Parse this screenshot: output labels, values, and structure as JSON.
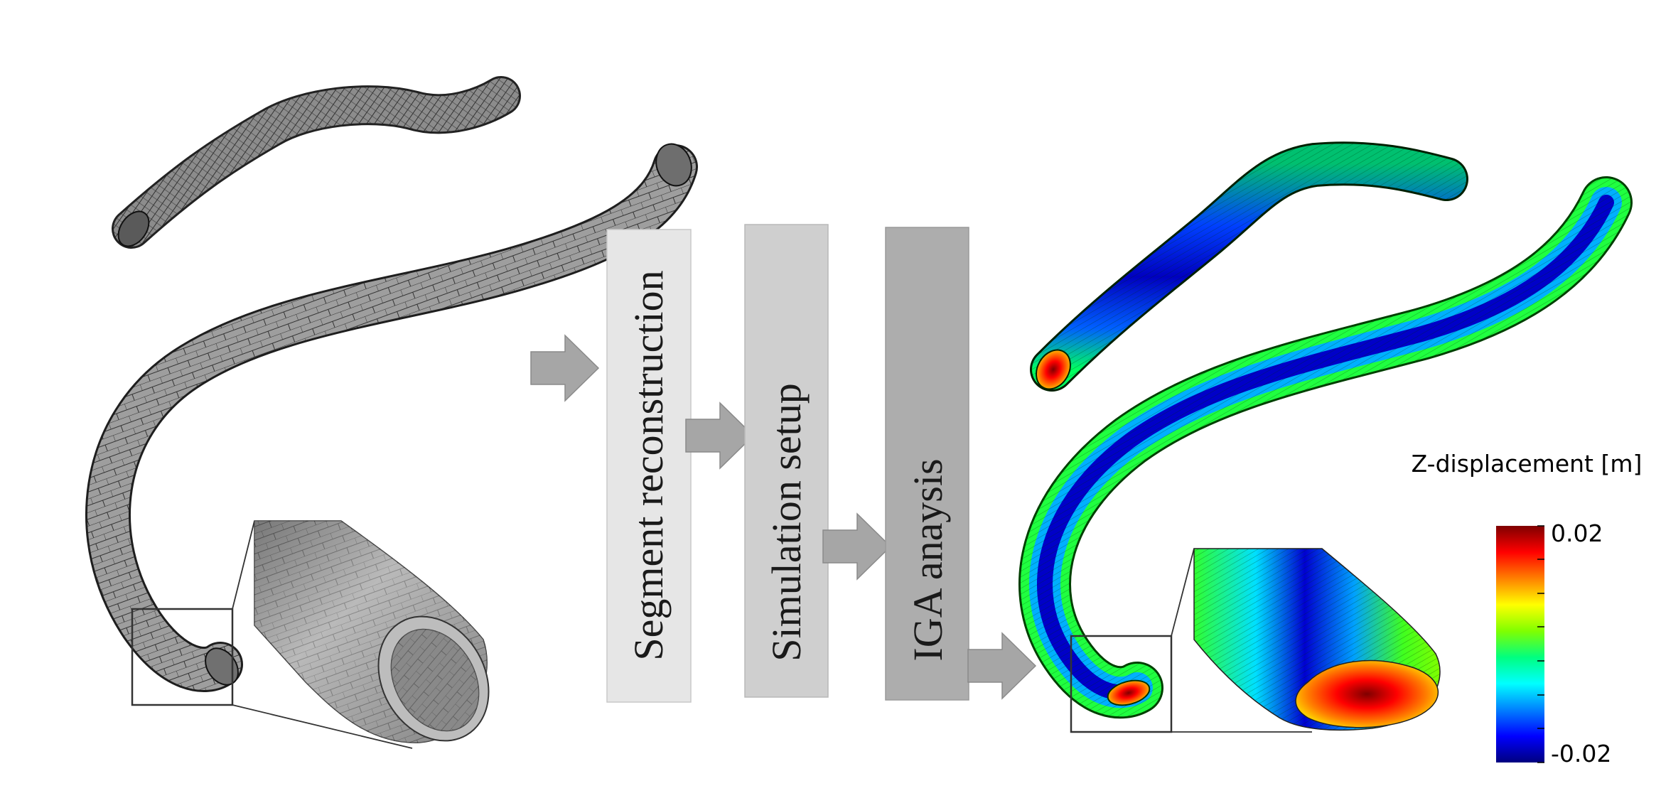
{
  "pipeline": {
    "steps": [
      {
        "label": "Segment reconstruction",
        "color": "#e6e6e6"
      },
      {
        "label": "Simulation setup",
        "color": "#cfcfcf"
      },
      {
        "label": "IGA anaysis",
        "color": "#adadad"
      }
    ],
    "arrow_color": "#a6a6a6"
  },
  "colorbar": {
    "title": "Z-displacement [m]",
    "max_label": "0.02",
    "min_label": "-0.02",
    "colors": [
      "#00007f",
      "#0000ff",
      "#0080ff",
      "#00ffff",
      "#00ff80",
      "#80ff00",
      "#ffff00",
      "#ff8000",
      "#ff0000",
      "#7f0000"
    ]
  },
  "icons": {
    "pipeline_arrows": "right-arrow-icon",
    "zoom_frames": "magnifier-box-icon"
  }
}
